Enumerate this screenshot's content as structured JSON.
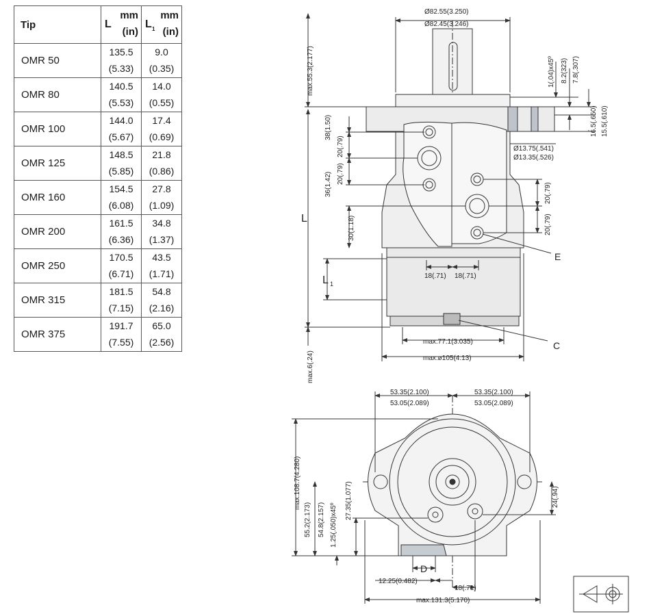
{
  "table": {
    "header": {
      "tip": "Tip",
      "l": "L",
      "l1_main": "L",
      "l1_sub": "1",
      "unit_mm": "mm",
      "unit_in": "(in)"
    },
    "rows": [
      {
        "model": "OMR 50",
        "l_mm": "135.5",
        "l_in": "(5.33)",
        "l1_mm": "9.0",
        "l1_in": "(0.35)"
      },
      {
        "model": "OMR 80",
        "l_mm": "140.5",
        "l_in": "(5.53)",
        "l1_mm": "14.0",
        "l1_in": "(0.55)"
      },
      {
        "model": "OMR 100",
        "l_mm": "144.0",
        "l_in": "(5.67)",
        "l1_mm": "17.4",
        "l1_in": "(0.69)"
      },
      {
        "model": "OMR 125",
        "l_mm": "148.5",
        "l_in": "(5.85)",
        "l1_mm": "21.8",
        "l1_in": "(0.86)"
      },
      {
        "model": "OMR 160",
        "l_mm": "154.5",
        "l_in": "(6.08)",
        "l1_mm": "27.8",
        "l1_in": "(1.09)"
      },
      {
        "model": "OMR 200",
        "l_mm": "161.5",
        "l_in": "(6.36)",
        "l1_mm": "34.8",
        "l1_in": "(1.37)"
      },
      {
        "model": "OMR 250",
        "l_mm": "170.5",
        "l_in": "(6.71)",
        "l1_mm": "43.5",
        "l1_in": "(1.71)"
      },
      {
        "model": "OMR 315",
        "l_mm": "181.5",
        "l_in": "(7.15)",
        "l1_mm": "54.8",
        "l1_in": "(2.16)"
      },
      {
        "model": "OMR 375",
        "l_mm": "191.7",
        "l_in": "(7.55)",
        "l1_mm": "65.0",
        "l1_in": "(2.56)"
      }
    ]
  },
  "side_view": {
    "shaft_dia_max": "Ø82.55(3.250)",
    "shaft_dia_min": "Ø82.45(3.246)",
    "max_55": "max.55.3(2.177)",
    "chamfer": "1(.04)x45º",
    "d_82": "8.2(323)",
    "d_78": "7.8(.307)",
    "d_165": "16.5(.650)",
    "d_155": "15.5(.610)",
    "hole_max": "Ø13.75(.541)",
    "hole_min": "Ø13.35(.526)",
    "d_38": "38(1.50)",
    "d_20a": "20(.79)",
    "d_20b": "20(.79)",
    "d_36": "36(1.42)",
    "d_20c": "20(.79)",
    "d_20d": "20(.79)",
    "d_30": "30(1.18)",
    "label_l": "L",
    "label_l1": "L",
    "label_l1_sub": "1",
    "label_e": "E",
    "d_18a": "18(.71)",
    "d_18b": "18(.71)",
    "max_6": "max.6(.24)",
    "max_771": "max.77.1(3.035)",
    "label_c": "C",
    "max_105": "max.ø105(4.13)"
  },
  "front_view": {
    "d_5335a": "53.35(2.100)",
    "d_5305a": "53.05(2.089)",
    "d_5335b": "53.35(2.100)",
    "d_5305b": "53.05(2.089)",
    "max_1087": "max.108.7(4.280)",
    "d_552": "55.2(2.173)",
    "d_548": "54.8(2.157)",
    "d_125": "1.25(.050)x45º",
    "d_2735": "27.35(1.077)",
    "d_24": "24(.94)",
    "label_d": "D",
    "d_1225": "12.25(0.482)",
    "d_18": "18(.71)",
    "max_1313": "max.131.3(5.170)"
  }
}
